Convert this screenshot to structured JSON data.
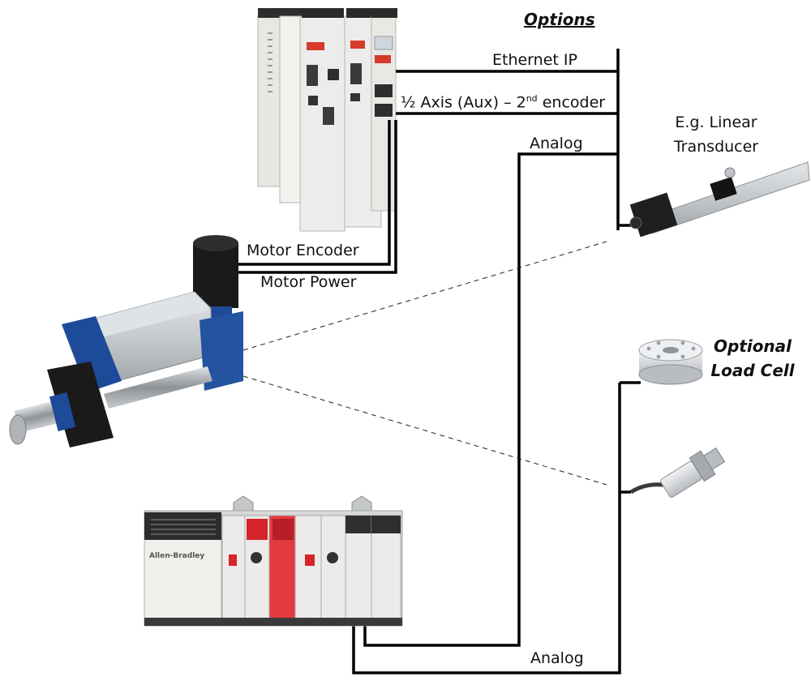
{
  "labels": {
    "options": "Options",
    "ethernet_ip": "Ethernet IP",
    "half_axis_pre": "½ Axis (Aux) – 2",
    "half_axis_sup": "nd",
    "half_axis_post": " encoder",
    "analog_top": "Analog",
    "linear_line1": "E.g. Linear",
    "linear_line2": "Transducer",
    "motor_encoder": "Motor Encoder",
    "motor_power": "Motor Power",
    "load_cell_line1": "Optional",
    "load_cell_line2": "Load Cell",
    "analog_bottom": "Analog"
  },
  "devices": {
    "plc_brand": "Allen-Bradley"
  },
  "colors": {
    "wire": "#000000",
    "drive_body": "#e9e9e6",
    "actuator_blue": "#1e4a9a",
    "aluminum": "#c9cdd1",
    "plc_red": "#d6242b",
    "plc_dark": "#2b2b2b"
  }
}
